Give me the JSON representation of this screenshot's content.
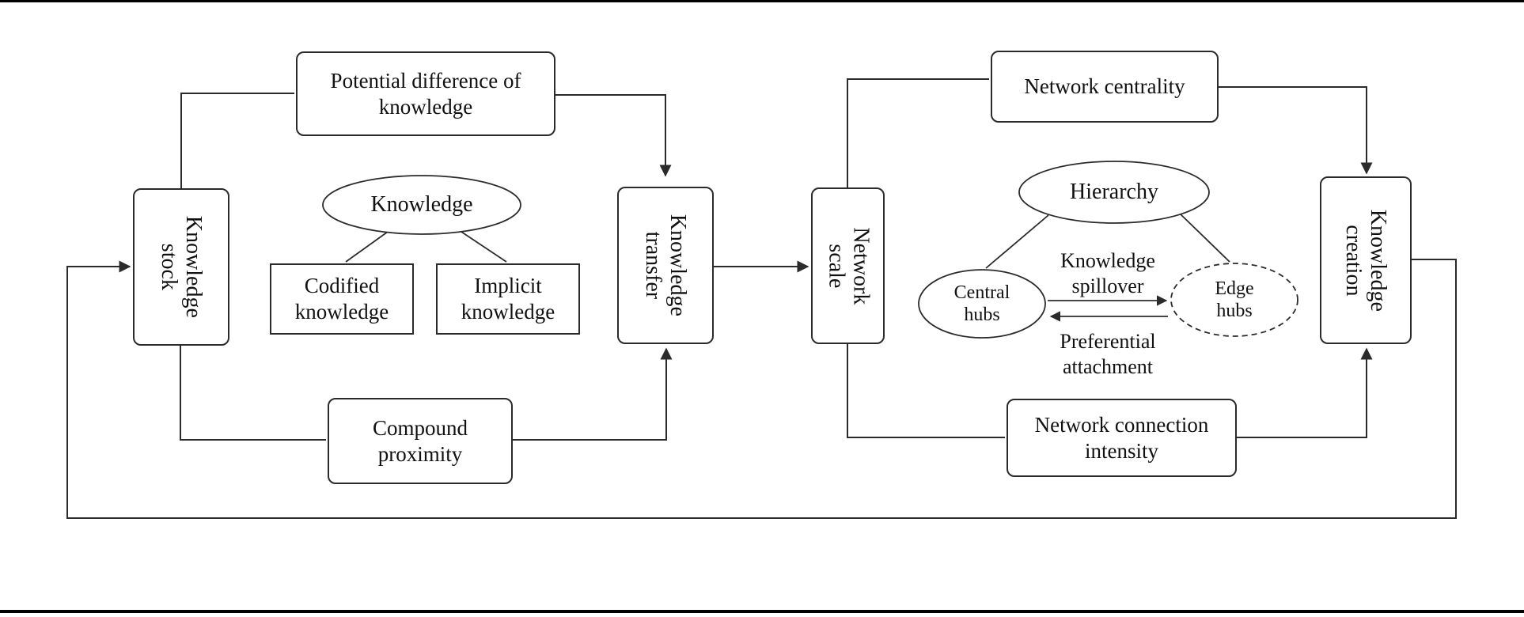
{
  "diagram": {
    "title_hint": "Knowledge network mechanism flowchart",
    "colors": {
      "stroke": "#2b2b2b",
      "text": "#111111",
      "background": "#ffffff",
      "frame_rule": "#000000"
    },
    "nodes": {
      "knowledge_stock": "Knowledge\nstock",
      "potential_difference": "Potential difference of\nknowledge",
      "knowledge": "Knowledge",
      "codified_knowledge": "Codified\nknowledge",
      "implicit_knowledge": "Implicit\nknowledge",
      "compound_proximity": "Compound\nproximity",
      "knowledge_transfer": "Knowledge\ntransfer",
      "network_scale": "Network\nscale",
      "network_centrality": "Network centrality",
      "hierarchy": "Hierarchy",
      "central_hubs": "Central\nhubs",
      "edge_hubs": "Edge\nhubs",
      "network_connection_intensity": "Network connection\nintensity",
      "knowledge_creation": "Knowledge\ncreation"
    },
    "edge_labels": {
      "knowledge_spillover": "Knowledge\nspillover",
      "preferential_attachment": "Preferential\nattachment"
    }
  }
}
